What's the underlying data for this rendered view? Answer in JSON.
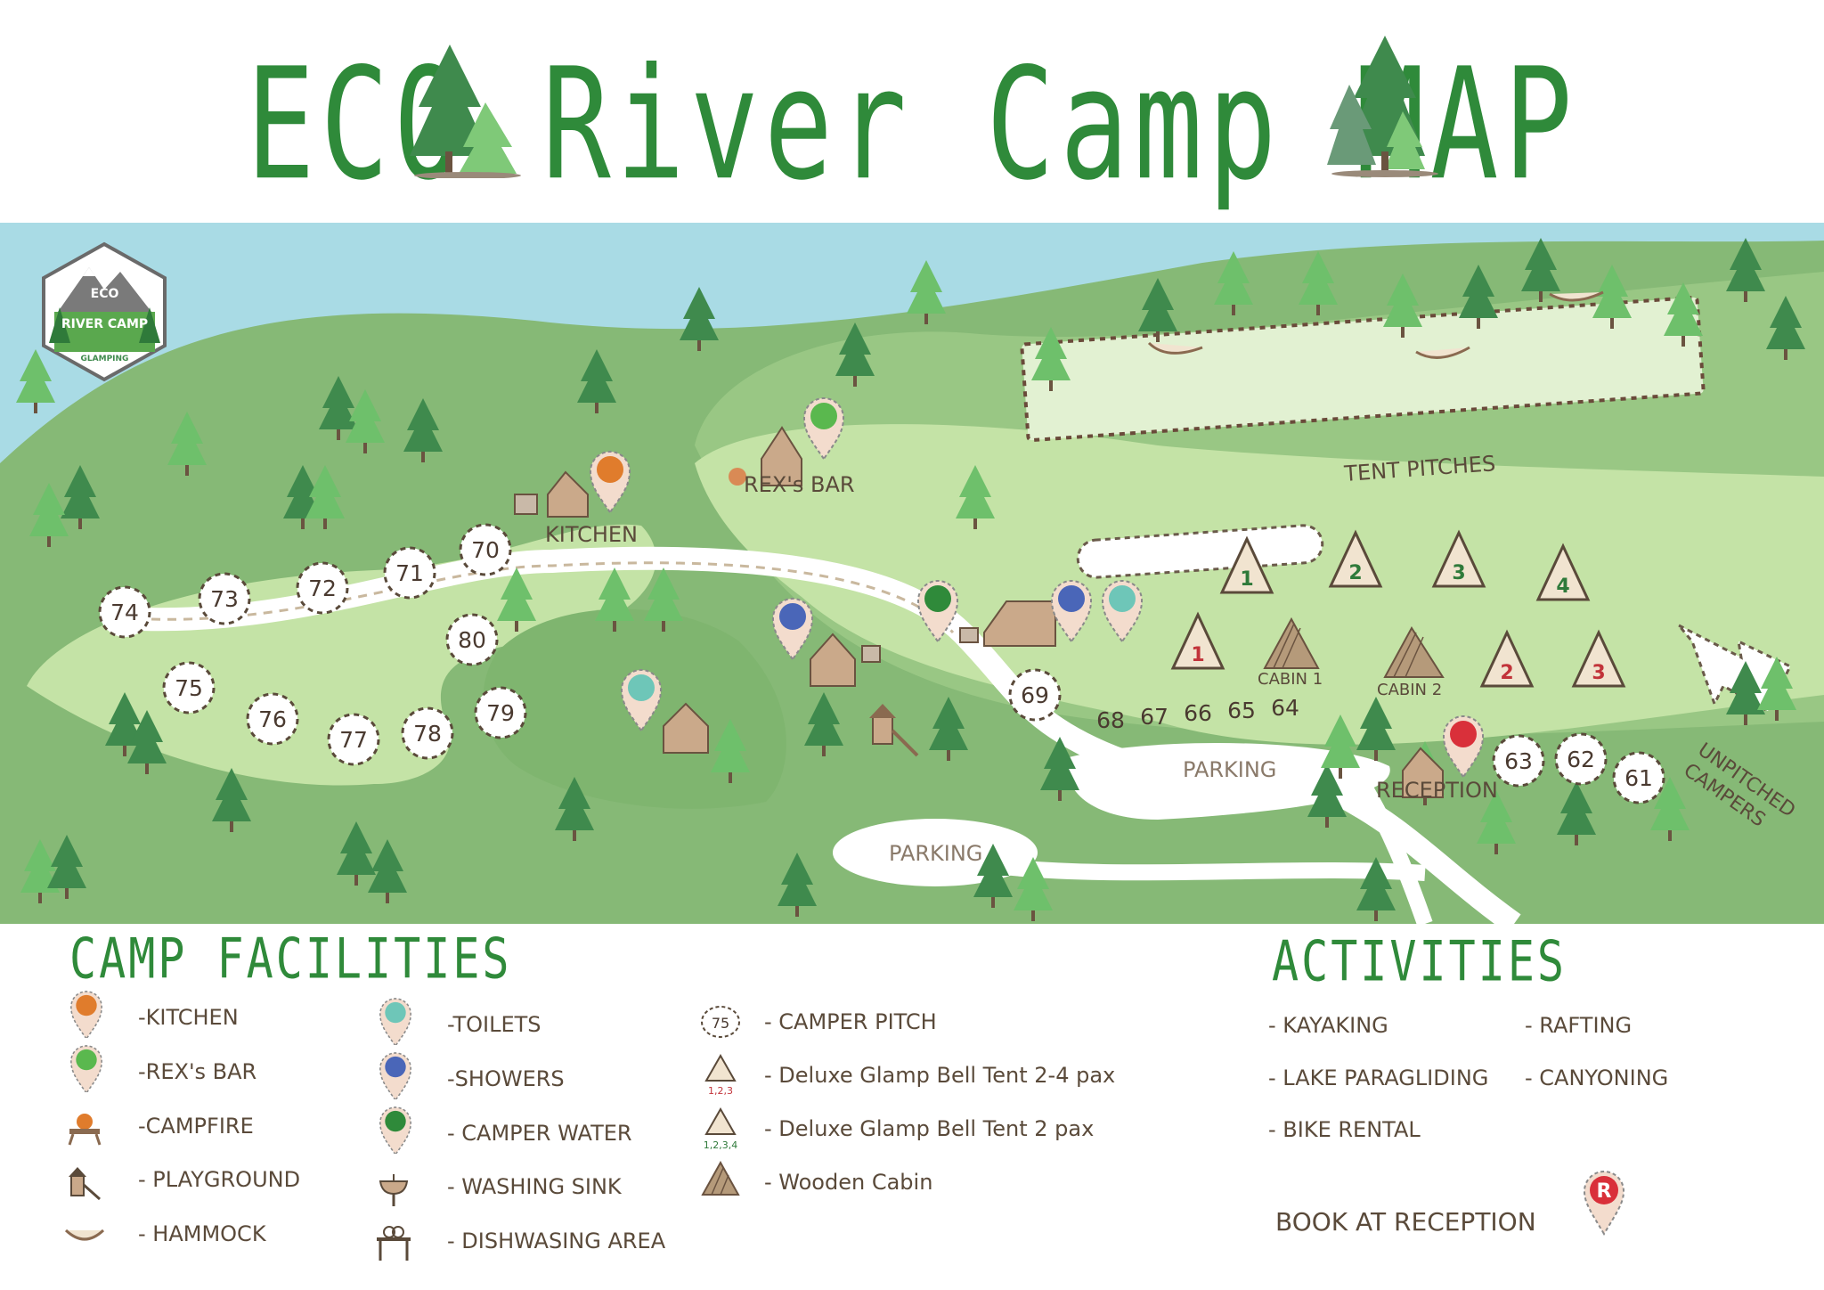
{
  "title": "ECO River Camp MAP",
  "logo": {
    "text_top": "ECO",
    "text_main": "RIVER CAMP",
    "text_small": "GLAMPING"
  },
  "map": {
    "areas": {
      "tent_pitches": "TENT PITCHES",
      "kitchen": "KITCHEN",
      "rexs_bar": "REX's BAR",
      "parking_1": "PARKING",
      "parking_2": "PARKING",
      "reception": "RECEPTION",
      "unpitched": "UNPITCHED\nCAMPERS",
      "cabin_1": "CABIN 1",
      "cabin_2": "CABIN 2"
    },
    "pitches": [
      "74",
      "73",
      "72",
      "71",
      "70",
      "80",
      "75",
      "76",
      "77",
      "78",
      "79",
      "69",
      "68",
      "67",
      "66",
      "65",
      "64",
      "63",
      "62",
      "61"
    ],
    "tents_2_4pax": [
      "1",
      "2",
      "3"
    ],
    "tents_2pax": [
      "1",
      "2",
      "3",
      "4"
    ]
  },
  "facilities": {
    "heading": "CAMP FACILITIES",
    "items": [
      "-KITCHEN",
      "-REX's BAR",
      "-CAMPFIRE",
      "- PLAYGROUND",
      "- HAMMOCK",
      "-TOILETS",
      "-SHOWERS",
      "- CAMPER WATER",
      "- WASHING SINK",
      "- DISHWASING AREA",
      "- CAMPER PITCH",
      "- Deluxe Glamp Bell Tent 2-4 pax",
      "- Deluxe Glamp Bell Tent 2 pax",
      "- Wooden Cabin"
    ],
    "pitch_icon_num": "75",
    "tent_icon_nums_a": "1,2,3",
    "tent_icon_nums_b": "1,2,3,4"
  },
  "activities": {
    "heading": "ACTIVITIES",
    "items": [
      "- KAYAKING",
      "- RAFTING",
      "- LAKE PARAGLIDING",
      "- CANYONING",
      "- BIKE RENTAL"
    ],
    "book": "BOOK AT RECEPTION",
    "reception_letter": "R"
  },
  "colors": {
    "water": "#a9dbe5",
    "grass_dark": "#7fb56f",
    "grass_mid": "#99c784",
    "grass_light": "#c4e3a6",
    "tree_dark": "#3f8a4d",
    "tree_light": "#6ec06b",
    "title_green": "#2f8a3a",
    "brand_brown": "#5a4a3a"
  }
}
